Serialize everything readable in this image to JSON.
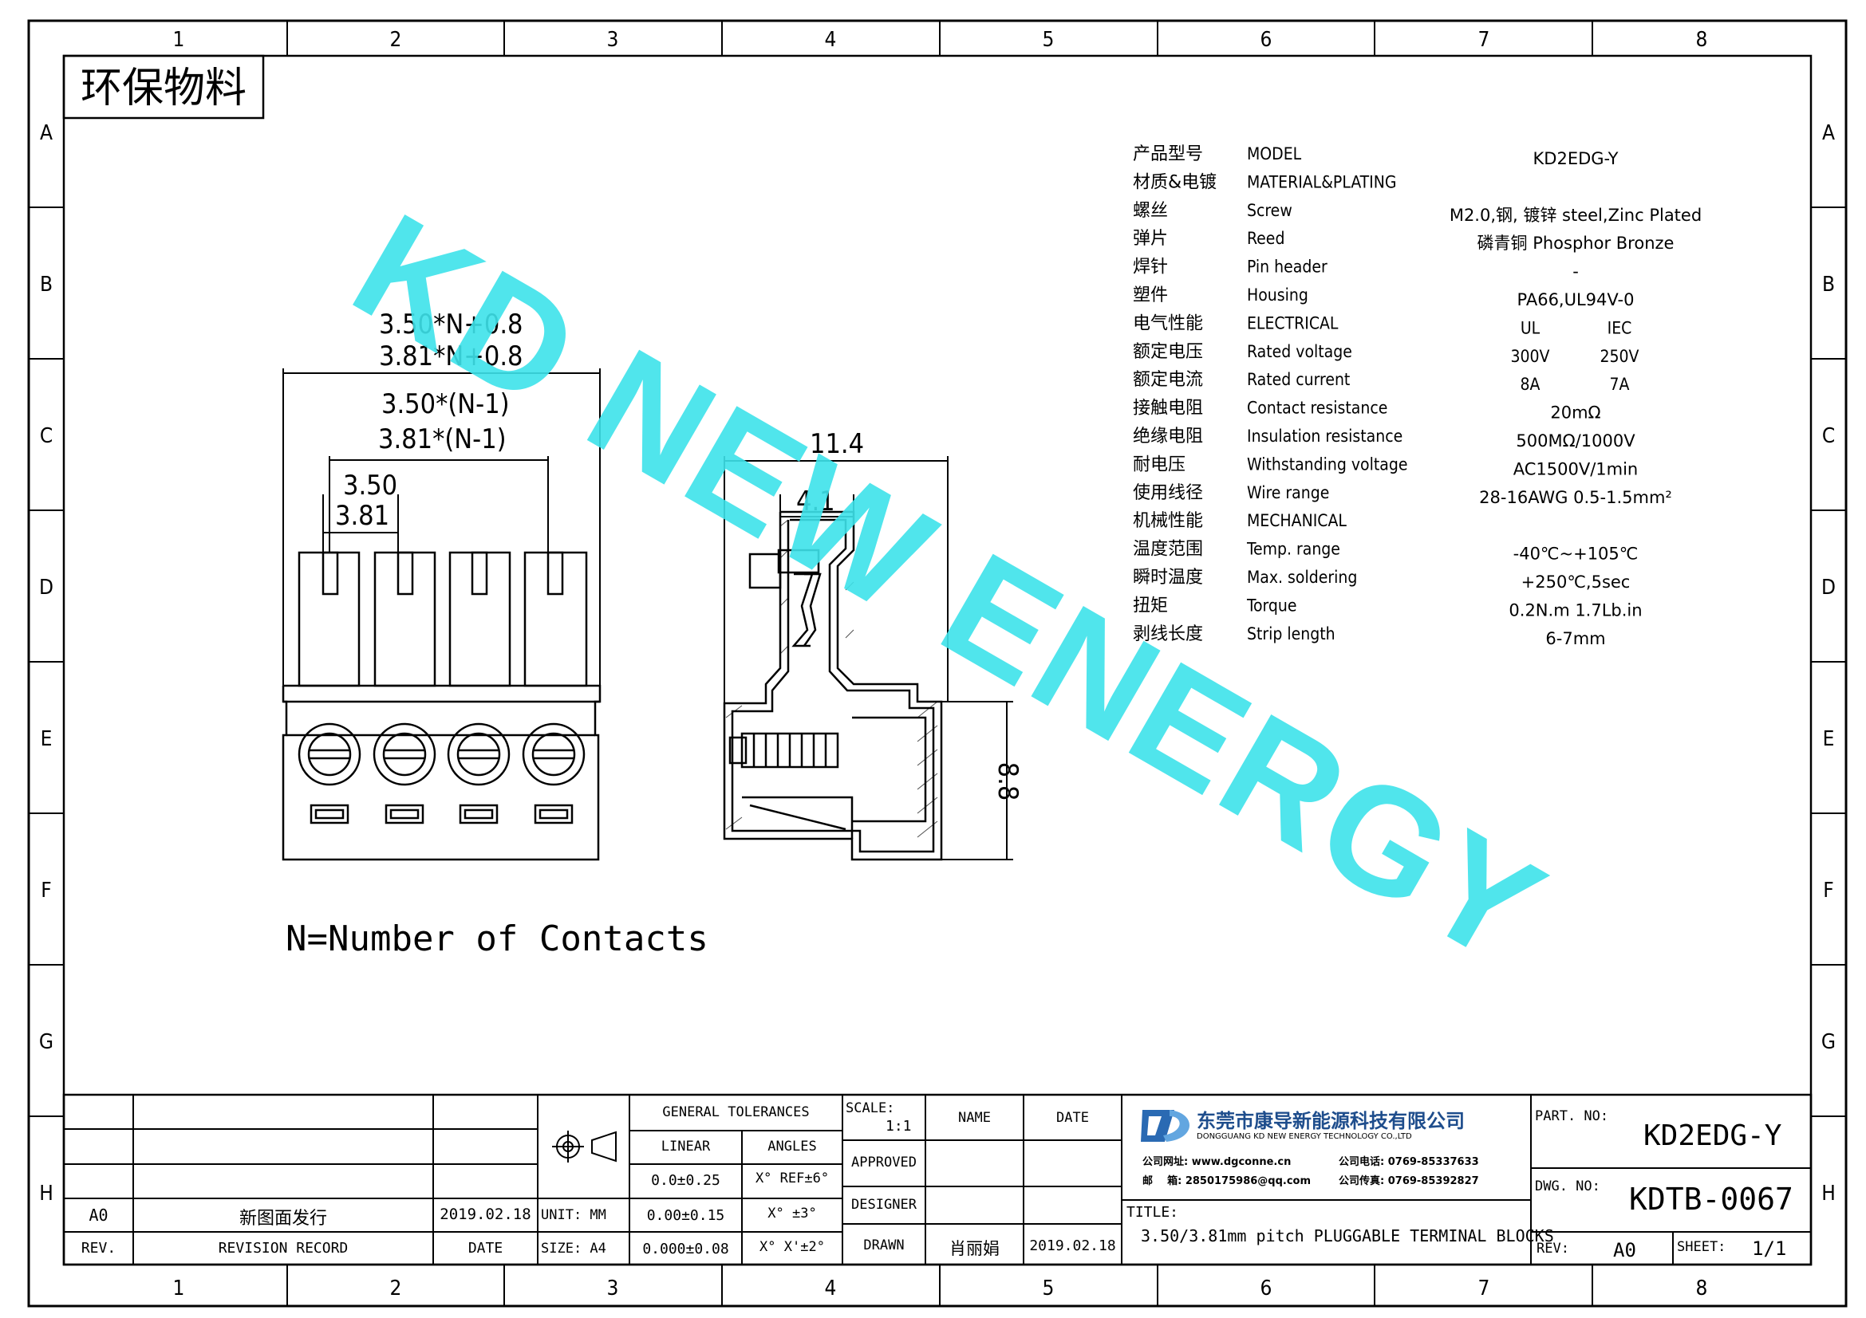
{
  "frame": {
    "col_labels": [
      "1",
      "2",
      "3",
      "4",
      "5",
      "6",
      "7",
      "8"
    ],
    "row_labels": [
      "A",
      "B",
      "C",
      "D",
      "E",
      "F",
      "G",
      "H"
    ]
  },
  "stamp": "环保物料",
  "watermark": "KD NEW ENERGY",
  "specs": [
    {
      "cn": "产品型号",
      "en": "MODEL",
      "value": "KD2EDG-Y"
    },
    {
      "cn": "材质&电镀",
      "en": "MATERIAL&PLATING",
      "value": ""
    },
    {
      "cn": "螺丝",
      "en": "Screw",
      "value": "M2.0,钢, 镀锌 steel,Zinc Plated"
    },
    {
      "cn": "弹片",
      "en": "Reed",
      "value": "磷青铜 Phosphor Bronze"
    },
    {
      "cn": "焊针",
      "en": "Pin header",
      "value": "-"
    },
    {
      "cn": "塑件",
      "en": "Housing",
      "value": "PA66,UL94V-0"
    },
    {
      "cn": "电气性能",
      "en": "ELECTRICAL",
      "value_ul": "UL",
      "value_iec": "IEC"
    },
    {
      "cn": "额定电压",
      "en": "Rated voltage",
      "value_ul": "300V",
      "value_iec": "250V"
    },
    {
      "cn": "额定电流",
      "en": "Rated current",
      "value_ul": "8A",
      "value_iec": "7A"
    },
    {
      "cn": "接触电阻",
      "en": "Contact resistance",
      "value": "20mΩ"
    },
    {
      "cn": "绝缘电阻",
      "en": "Insulation resistance",
      "value": "500MΩ/1000V"
    },
    {
      "cn": "耐电压",
      "en": "Withstanding voltage",
      "value": "AC1500V/1min"
    },
    {
      "cn": "使用线径",
      "en": "Wire range",
      "value": "28-16AWG 0.5-1.5mm²"
    },
    {
      "cn": "机械性能",
      "en": "MECHANICAL",
      "value": ""
    },
    {
      "cn": "温度范围",
      "en": "Temp. range",
      "value": "-40℃~+105℃"
    },
    {
      "cn": "瞬时温度",
      "en": "Max. soldering",
      "value": "+250℃,5sec"
    },
    {
      "cn": "扭矩",
      "en": "Torque",
      "value": "0.2N.m  1.7Lb.in"
    },
    {
      "cn": "剥线长度",
      "en": "Strip length",
      "value": "6-7mm"
    }
  ],
  "dims": {
    "total1": "3.50*N+0.8",
    "total2": "3.81*N+0.8",
    "span1": "3.50*(N-1)",
    "span2": "3.81*(N-1)",
    "pitch1": "3.50",
    "pitch2": "3.81",
    "width": "11.4",
    "inner": "4.1",
    "height": "8.8"
  },
  "note": "N=Number of Contacts",
  "title_block": {
    "revisions": [
      {
        "rev": "A0",
        "record": "新图面发行",
        "date": "2019.02.18"
      }
    ],
    "rev_header": "REV.",
    "record_header": "REVISION RECORD",
    "date_header": "DATE",
    "tolerances_title": "GENERAL TOLERANCES",
    "linear_label": "LINEAR",
    "angles_label": "ANGLES",
    "tol_rows": [
      {
        "linear": "0.0±0.25",
        "angle": "X° REF±6°"
      },
      {
        "linear": "0.00±0.15",
        "angle": "X° ±3°"
      },
      {
        "linear": "0.000±0.08",
        "angle": "X° X'±2°"
      }
    ],
    "unit": "UNIT: MM",
    "size": "SIZE: A4",
    "scale_label": "SCALE:",
    "scale_value": "1:1",
    "name_label": "NAME",
    "date_label": "DATE",
    "approved": "APPROVED",
    "designer": "DESIGNER",
    "drawn": "DRAWN",
    "drawn_name": "肖丽娟",
    "drawn_date": "2019.02.18",
    "company_cn": "东莞市康导新能源科技有限公司",
    "company_en": "DONGGUANG KD NEW ENERGY TECHNOLOGY CO.,LTD",
    "website": "公司网址: www.dgconne.cn",
    "phone": "公司电话: 0769-85337633",
    "email": "邮    箱: 2850175986@qq.com",
    "fax": "公司传真: 0769-85392827",
    "title_label": "TITLE:",
    "title": "3.50/3.81mm pitch PLUGGABLE TERMINAL BLOCKS",
    "part_label": "PART. NO:",
    "part_no": "KD2EDG-Y",
    "dwg_label": "DWG. NO:",
    "dwg_no": "KDTB-0067",
    "rev_label": "REV:",
    "rev_value": "A0",
    "sheet_label": "SHEET:",
    "sheet_value": "1/1"
  },
  "colors": {
    "watermark": "#3ee3ea",
    "ink": "#000000",
    "logo_blue": "#2a6ab3"
  }
}
